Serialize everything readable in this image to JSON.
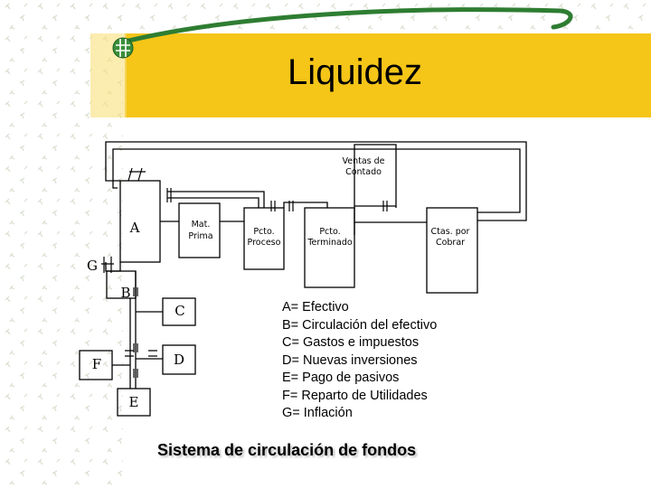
{
  "slide": {
    "title": "Liquidez",
    "caption": "Sistema de circulación de fondos",
    "accent_color": "#f5c518",
    "swoosh_color": "#2e7d32"
  },
  "diagram": {
    "boxes": {
      "mat_prima": [
        "Mat.",
        "Prima"
      ],
      "pcto_proceso": [
        "Pcto.",
        "Proceso"
      ],
      "pcto_terminado": [
        "Pcto.",
        "Terminado"
      ],
      "ctas_cobrar": [
        "Ctas. por",
        "Cobrar"
      ],
      "ventas_contado": [
        "Ventas de",
        "Contado"
      ]
    },
    "letters": {
      "a": "A",
      "b": "B",
      "c": "C",
      "d": "D",
      "e": "E",
      "f": "F",
      "g": "G"
    }
  },
  "legend": [
    "A= Efectivo",
    "B= Circulación del efectivo",
    "C= Gastos e impuestos",
    "D= Nuevas inversiones",
    "E= Pago de pasivos",
    "F= Reparto de Utilidades",
    "G= Inflación"
  ]
}
